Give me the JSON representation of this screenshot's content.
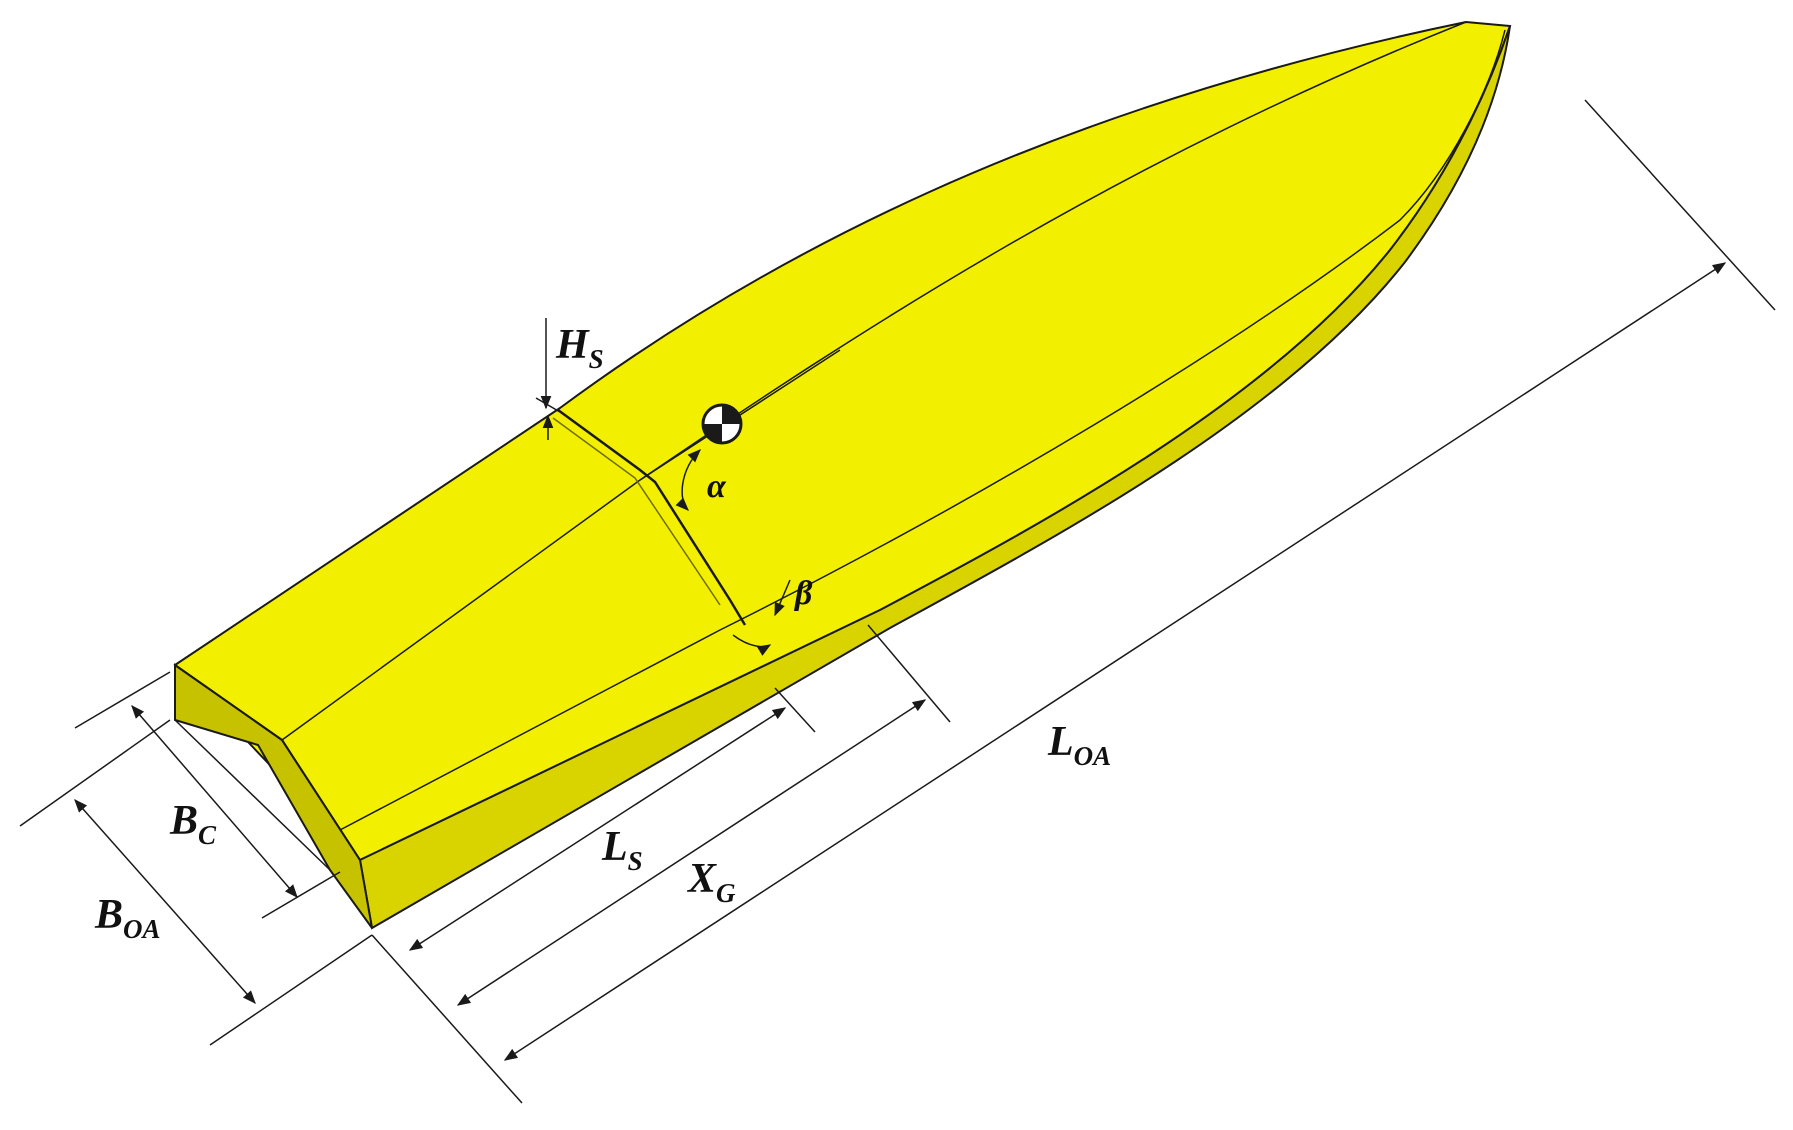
{
  "colors": {
    "hull_fill": "#f2f000",
    "hull_shade": "#d9d400",
    "hull_dark": "#c7c200",
    "outline": "#1a1a1a",
    "dimension_line": "#1a1a1a"
  },
  "labels": {
    "hs": {
      "main": "H",
      "sub": "S"
    },
    "alpha": "α",
    "beta": "β",
    "bc": {
      "main": "B",
      "sub": "C"
    },
    "boa": {
      "main": "B",
      "sub": "OA"
    },
    "ls": {
      "main": "L",
      "sub": "S"
    },
    "xg": {
      "main": "X",
      "sub": "G"
    },
    "loa": {
      "main": "L",
      "sub": "OA"
    }
  },
  "icons": {
    "center_of_gravity": "center-of-gravity-icon"
  }
}
